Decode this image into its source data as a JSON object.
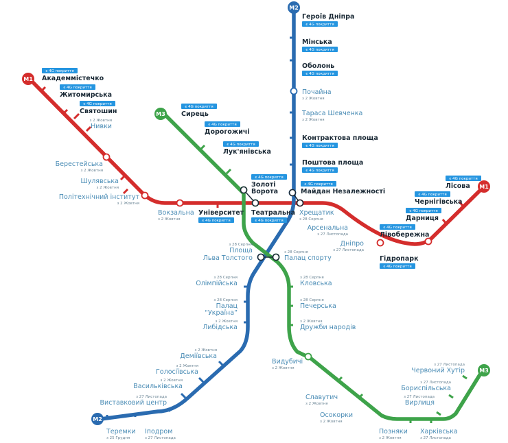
{
  "colors": {
    "m1": "#d42d2c",
    "m2": "#2a6bb0",
    "m3": "#3ea34a",
    "badge": "#2595e0",
    "label_open": "#1b2a36",
    "label_closed": "#4a8cb5",
    "note": "#6a8494"
  },
  "badge_text": "є 4G покриття",
  "line_tags": {
    "m1": "M1",
    "m2": "M2",
    "m3": "M3"
  },
  "stations": [
    {
      "id": "akademmistechko",
      "name": "Академмістечко",
      "style": "dark",
      "badge": true
    },
    {
      "id": "zhytomyrska",
      "name": "Житомирська",
      "style": "dark",
      "badge": true
    },
    {
      "id": "sviatoshyn",
      "name": "Святошин",
      "style": "dark",
      "badge": true
    },
    {
      "id": "nyvky",
      "name": "Нивки",
      "style": "dim",
      "note": "з 2 Жовтня"
    },
    {
      "id": "beresteiska",
      "name": "Берестейська",
      "style": "dim",
      "note": "з 2 Жовтня"
    },
    {
      "id": "shuliavska",
      "name": "Шулявська",
      "style": "dim",
      "note": "з 2 Жовтня"
    },
    {
      "id": "polytekhnichnyi",
      "name": "Політехнічний інститут",
      "style": "dim",
      "note": "з 2 Жовтня"
    },
    {
      "id": "vokzalna",
      "name": "Вокзальна",
      "style": "dim",
      "note": "з 2 Жовтня"
    },
    {
      "id": "universytet",
      "name": "Університет",
      "style": "dark",
      "badge": true
    },
    {
      "id": "teatralna",
      "name": "Театральна",
      "style": "dark",
      "badge": true
    },
    {
      "id": "khreshchatyk",
      "name": "Хрещатик",
      "style": "dim",
      "note": "з 28 Серпня"
    },
    {
      "id": "arsenalna",
      "name": "Арсенальна",
      "style": "dim",
      "note": "з 27 Листопада"
    },
    {
      "id": "dnipro",
      "name": "Дніпро",
      "style": "dim",
      "note": "з 27 Листопада"
    },
    {
      "id": "hidropark",
      "name": "Гідропарк",
      "style": "dark",
      "badge": true
    },
    {
      "id": "livoberezhna",
      "name": "Лівобережна",
      "style": "dark",
      "badge": true
    },
    {
      "id": "darnytsia",
      "name": "Дарниця",
      "style": "dark",
      "badge": true
    },
    {
      "id": "chernihivska",
      "name": "Чернігівська",
      "style": "dark",
      "badge": true
    },
    {
      "id": "lisova",
      "name": "Лісова",
      "style": "dark",
      "badge": true
    },
    {
      "id": "heroiv_dnipra",
      "name": "Героїв Дніпра",
      "style": "dark",
      "badge": true
    },
    {
      "id": "minska",
      "name": "Мінська",
      "style": "dark",
      "badge": true
    },
    {
      "id": "obolon",
      "name": "Оболонь",
      "style": "dark",
      "badge": true
    },
    {
      "id": "pochaina",
      "name": "Почайна",
      "style": "dim",
      "note": "з 2 Жовтня"
    },
    {
      "id": "tarasa",
      "name": "Тараса Шевченка",
      "style": "dim",
      "note": "з 2 Жовтня"
    },
    {
      "id": "kontraktova",
      "name": "Контрактова площа",
      "style": "dark",
      "badge": true
    },
    {
      "id": "poshtova",
      "name": "Поштова площа",
      "style": "dark",
      "badge": true
    },
    {
      "id": "maidan",
      "name": "Майдан Незалежності",
      "style": "dark",
      "badge": true
    },
    {
      "id": "ploshcha_1",
      "name": "Площа",
      "style": "dim",
      "note": "з 28 Серпня"
    },
    {
      "id": "ploshcha_2",
      "name": "Льва Толстого",
      "style": "dim"
    },
    {
      "id": "olimpiiska",
      "name": "Олімпійська",
      "style": "dim",
      "note": "з 28 Серпня"
    },
    {
      "id": "palats_1",
      "name": "Палац",
      "style": "dim",
      "note": "з 28 Серпня"
    },
    {
      "id": "palats_2",
      "name": "“Україна”",
      "style": "dim"
    },
    {
      "id": "lybidska",
      "name": "Либідська",
      "style": "dim",
      "note": "з 2 Жовтня"
    },
    {
      "id": "demiivska",
      "name": "Деміївська",
      "style": "dim",
      "note": "з 2 Жовтня"
    },
    {
      "id": "holosiivska",
      "name": "Голосіївська",
      "style": "dim",
      "note": "з 2 Жовтня"
    },
    {
      "id": "vasylkivska",
      "name": "Васильківська",
      "style": "dim",
      "note": "з 2 Жовтня"
    },
    {
      "id": "vystavkovyi",
      "name": "Виставковий центр",
      "style": "dim",
      "note": "з 27 Листопада"
    },
    {
      "id": "ipodrom",
      "name": "Іподром",
      "style": "dim",
      "note": "з 27 Листопада"
    },
    {
      "id": "teremky",
      "name": "Теремки",
      "style": "dim",
      "note": "з 25 Грудня"
    },
    {
      "id": "syrets",
      "name": "Сирець",
      "style": "dark",
      "badge": true
    },
    {
      "id": "dorohozhychi",
      "name": "Дорогожичі",
      "style": "dark",
      "badge": true
    },
    {
      "id": "lukianivska",
      "name": "Лук'янівська",
      "style": "dark",
      "badge": true
    },
    {
      "id": "zoloti_1",
      "name": "Золоті",
      "style": "dark",
      "badge": true
    },
    {
      "id": "zoloti_2",
      "name": "Ворота",
      "style": "dark"
    },
    {
      "id": "palats_sportu",
      "name": "Палац спорту",
      "style": "dim",
      "note": "з 28 Серпня"
    },
    {
      "id": "klovska",
      "name": "Кловська",
      "style": "dim",
      "note": "з 28 Серпня"
    },
    {
      "id": "pecherska",
      "name": "Печерська",
      "style": "dim",
      "note": "з 28 Серпня"
    },
    {
      "id": "druzhby",
      "name": "Дружби народів",
      "style": "dim",
      "note": "з 2 Жовтня"
    },
    {
      "id": "vydubychi",
      "name": "Видубичі",
      "style": "dim",
      "note": "з 2 Жовтня"
    },
    {
      "id": "slavutych",
      "name": "Славутич",
      "style": "dim",
      "note": "з 2 Жовтня"
    },
    {
      "id": "osokorky",
      "name": "Осокорки",
      "style": "dim",
      "note": "з 2 Жовтня"
    },
    {
      "id": "pozniaky",
      "name": "Позняки",
      "style": "dim",
      "note": "з 2 Жовтня"
    },
    {
      "id": "kharkivska",
      "name": "Харківська",
      "style": "dim",
      "note": "з 27 Листопада"
    },
    {
      "id": "vyrlytsia",
      "name": "Вирлиця",
      "style": "dim",
      "note": "з 27 Листопада"
    },
    {
      "id": "boryspilska",
      "name": "Бориспільська",
      "style": "dim",
      "note": "з 27 Листопада"
    },
    {
      "id": "chervonyi",
      "name": "Червоний Хутір",
      "style": "dim",
      "note": "з 27 Листопада"
    }
  ]
}
